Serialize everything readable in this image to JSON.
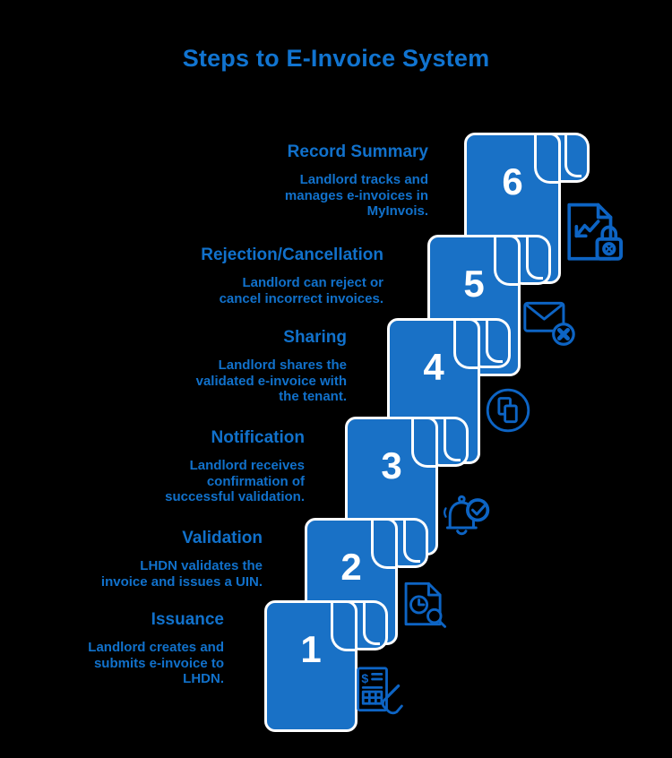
{
  "page_title": "Steps to E-Invoice System",
  "colors": {
    "background": "#000000",
    "scroll_fill": "#1971C6",
    "scroll_outline": "#FFFFFF",
    "heading_blue": "#1174D0",
    "text_blue": "#1171CB",
    "icon_blue": "#0D64C4",
    "number_color": "#FFFFFF"
  },
  "steps": [
    {
      "number": "1",
      "title": "Issuance",
      "description": [
        "Landlord creates and",
        "submits e-invoice to",
        "LHDN."
      ],
      "icon": "invoice-hand-icon"
    },
    {
      "number": "2",
      "title": "Validation",
      "description": [
        "LHDN validates the",
        "invoice and issues a UIN."
      ],
      "icon": "document-clock-search-icon"
    },
    {
      "number": "3",
      "title": "Notification",
      "description": [
        "Landlord receives",
        "confirmation of",
        "successful validation."
      ],
      "icon": "bell-check-icon"
    },
    {
      "number": "4",
      "title": "Sharing",
      "description": [
        "Landlord shares the",
        "validated e-invoice with",
        "the tenant."
      ],
      "icon": "copy-share-icon"
    },
    {
      "number": "5",
      "title": "Rejection/Cancellation",
      "description": [
        "Landlord can reject or",
        "cancel incorrect invoices."
      ],
      "icon": "mail-cancel-icon"
    },
    {
      "number": "6",
      "title": "Record Summary",
      "description": [
        "Landlord tracks and",
        "manages e-invoices in",
        "MyInvois."
      ],
      "icon": "document-chart-lock-icon"
    }
  ]
}
